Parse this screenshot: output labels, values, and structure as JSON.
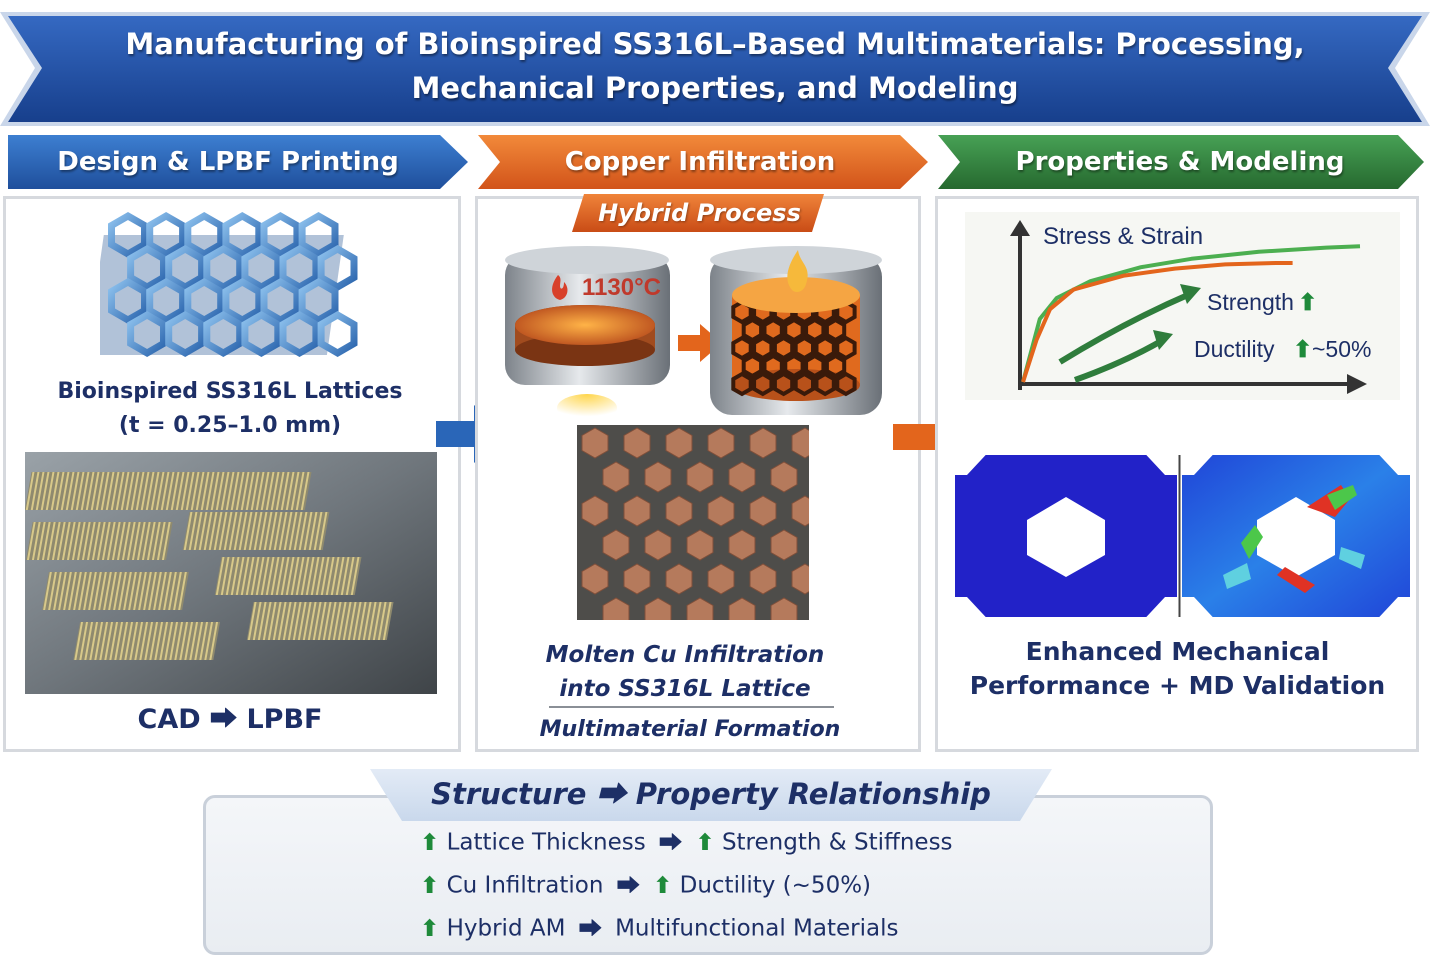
{
  "title": {
    "line1": "Manufacturing of Bioinspired SS316L–Based Multimaterials: Processing,",
    "line2": "Mechanical Properties, and Modeling"
  },
  "colors": {
    "banner_blue": "#1f4fa3",
    "stage1_blue": "#2a66b8",
    "stage2_orange": "#e3651c",
    "stage3_green": "#2f7d3c",
    "text_navy": "#1d2f66",
    "arrow_up_green": "#1e8a3a"
  },
  "stages": [
    {
      "label": "Design & LPBF Printing",
      "color": "#2a66b8"
    },
    {
      "label": "Copper Infiltration",
      "color": "#e3651c"
    },
    {
      "label": "Properties & Modeling",
      "color": "#2f7d3c"
    }
  ],
  "design_panel": {
    "caption_line1": "Bioinspired SS316L Lattices",
    "caption_line2": "(t = 0.25–1.0 mm)",
    "flow_from": "CAD",
    "flow_to": "LPBF"
  },
  "infiltration_panel": {
    "badge": "Hybrid Process",
    "temperature": "1130°C",
    "caption_line1": "Molten Cu Infiltration",
    "caption_line2": "into SS316L Lattice",
    "caption_line3": "Multimaterial Formation"
  },
  "properties_panel": {
    "chart_title": "Stress & Strain",
    "strength_label": "Strength",
    "ductility_label": "Ductility",
    "ductility_value": "~50%",
    "caption_line1": "Enhanced Mechanical",
    "caption_line2": "Performance + MD Validation"
  },
  "chart_data": {
    "type": "line",
    "title": "Stress & Strain",
    "xlabel": "",
    "ylabel": "",
    "series": [
      {
        "color": "#4caf50",
        "x": [
          0,
          0.05,
          0.1,
          0.2,
          0.35,
          0.5,
          0.7,
          0.9,
          1.0
        ],
        "y": [
          0,
          0.45,
          0.6,
          0.72,
          0.82,
          0.88,
          0.93,
          0.96,
          0.97
        ]
      },
      {
        "color": "#e3651c",
        "x": [
          0,
          0.04,
          0.08,
          0.15,
          0.3,
          0.45,
          0.6,
          0.75,
          0.8
        ],
        "y": [
          0,
          0.3,
          0.52,
          0.66,
          0.76,
          0.81,
          0.84,
          0.85,
          0.85
        ]
      }
    ],
    "grid": false
  },
  "relationship": {
    "title_left": "Structure",
    "title_right": "Property Relationship",
    "rows": [
      {
        "cause": "Lattice Thickness",
        "effect": "Strength & Stiffness",
        "effect_up": true
      },
      {
        "cause": "Cu Infiltration",
        "effect": "Ductility (~50%)",
        "effect_up": true
      },
      {
        "cause": "Hybrid AM",
        "effect": "Multifunctional Materials",
        "effect_up": false
      }
    ]
  }
}
